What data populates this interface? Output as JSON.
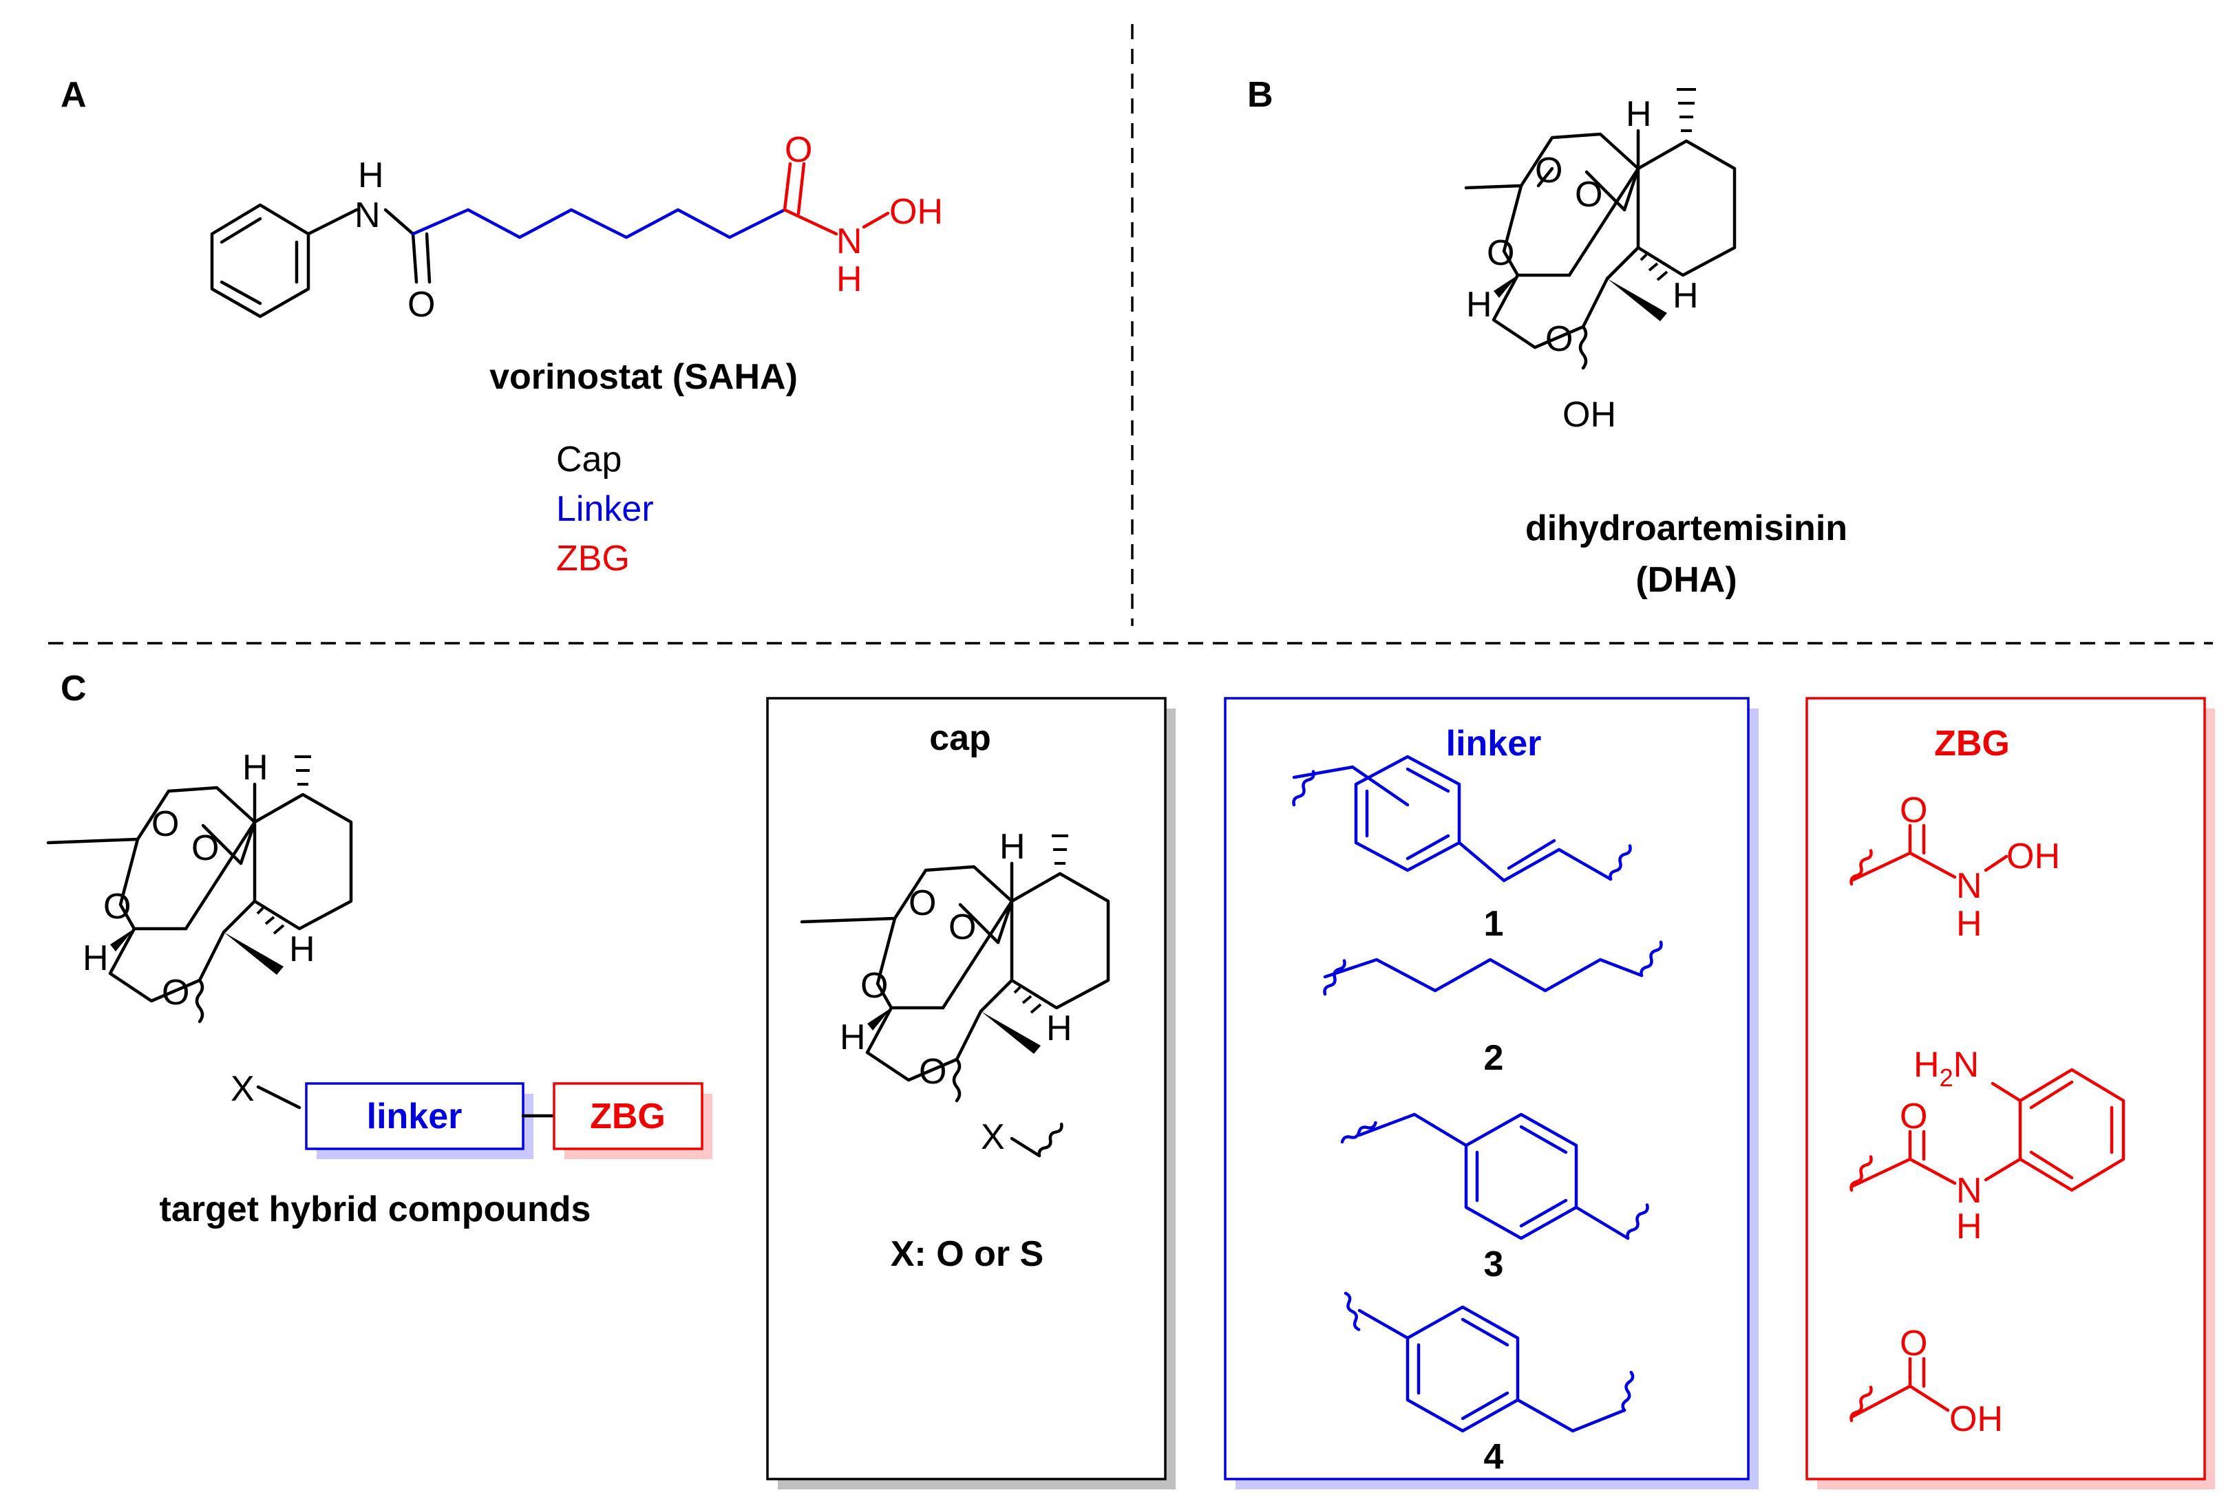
{
  "panels": {
    "a": {
      "letter": "A",
      "compound_name": "vorinostat (SAHA)",
      "legend": [
        {
          "text": "Cap",
          "color": "#000000"
        },
        {
          "text": "Linker",
          "color": "#0000dd"
        },
        {
          "text": "ZBG",
          "color": "#ee0000"
        }
      ],
      "atoms": {
        "nh_h": "H",
        "nh_n": "N",
        "amide_o": "O",
        "zbg_o": "O",
        "zbg_n": "N",
        "zbg_oh": "OH",
        "zbg_h": "H"
      }
    },
    "b": {
      "letter": "B",
      "compound_name_line1": "dihydroartemisinin",
      "compound_name_line2": "(DHA)",
      "atoms": {
        "h_top": "H",
        "o1": "O",
        "o2": "O",
        "o_ring": "O",
        "h_left": "H",
        "o_pyran": "O",
        "h_right": "H",
        "oh": "OH"
      }
    },
    "c": {
      "letter": "C",
      "caption": "target hybrid compounds",
      "x_label": "X",
      "linker_box_label": "linker",
      "zbg_box_label": "ZBG",
      "atoms": {
        "h_top": "H",
        "o1": "O",
        "o2": "O",
        "o_ring": "O",
        "h_left": "H",
        "o_pyran": "O",
        "h_right": "H"
      }
    },
    "cap_box": {
      "title": "cap",
      "note": "X: O or S",
      "x_label": "X",
      "atoms": {
        "h_top": "H",
        "o1": "O",
        "o2": "O",
        "o_ring": "O",
        "h_left": "H",
        "o_pyran": "O",
        "h_right": "H"
      }
    },
    "linker_box": {
      "title": "linker",
      "items": [
        "1",
        "2",
        "3",
        "4"
      ]
    },
    "zbg_box": {
      "title": "ZBG",
      "groups": [
        {
          "o": "O",
          "n": "N",
          "oh": "OH",
          "h": "H"
        },
        {
          "h2n": "H2N",
          "h2n_h": "H",
          "h2n_sub": "2",
          "h2n_n": "N",
          "o": "O",
          "n": "N",
          "h": "H"
        },
        {
          "o": "O",
          "oh": "OH"
        }
      ]
    }
  },
  "colors": {
    "cap": "#000000",
    "linker": "#0000dd",
    "zbg": "#ee0000"
  }
}
